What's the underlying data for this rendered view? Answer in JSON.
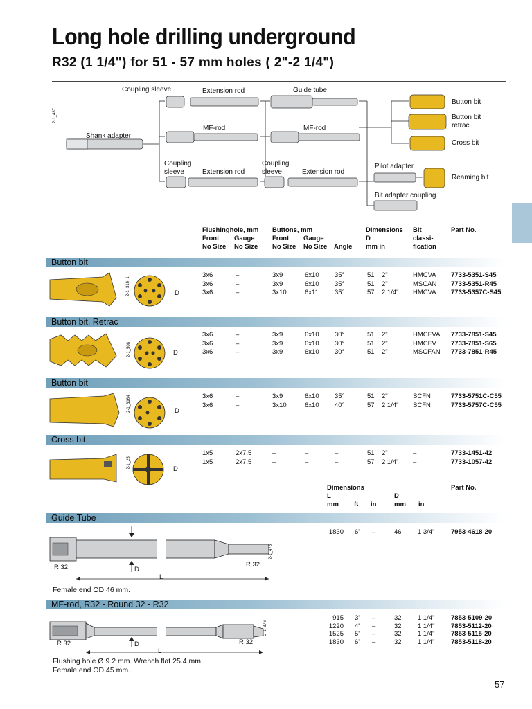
{
  "title": "Long hole drilling underground",
  "subtitle": "R32 (1 1/4\") for 51 - 57 mm holes ( 2\"-2 1/4\")",
  "page_number": "57",
  "diagram": {
    "labels": {
      "coupling_sleeve": "Coupling sleeve",
      "extension_rod_1": "Extension rod",
      "guide_tube": "Guide tube",
      "mf_rod_1": "MF-rod",
      "mf_rod_2": "MF-rod",
      "shank_adapter": "Shank adapter",
      "coupling_sleeve_2a": "Coupling",
      "coupling_sleeve_2b": "sleeve",
      "extension_rod_2": "Extension rod",
      "coupling_sleeve_3a": "Coupling",
      "coupling_sleeve_3b": "sleeve",
      "extension_rod_3": "Extension rod",
      "button_bit": "Button bit",
      "button_bit_retrac_1": "Button bit",
      "button_bit_retrac_2": "retrac",
      "cross_bit": "Cross  bit",
      "pilot_adapter": "Pilot adapter",
      "reaming_bit": "Reaming bit",
      "bit_adapter_coupling": "Bit adapter coupling",
      "code": "2-1_487"
    }
  },
  "bits_header": {
    "flushing": [
      "Flushinghole, mm",
      "Front",
      "No Size"
    ],
    "gauge": [
      "",
      "Gauge",
      "No Size"
    ],
    "buttons": [
      "Buttons, mm",
      "Front",
      "No Size"
    ],
    "buttons_gauge": [
      "",
      "Gauge",
      "No Size"
    ],
    "angle": [
      "",
      "",
      "Angle"
    ],
    "dimensions": [
      "Dimensions",
      "D",
      "mm  in"
    ],
    "bit_class": [
      "Bit",
      "classi-",
      "fication"
    ],
    "part_no": [
      "Part No.",
      "",
      ""
    ]
  },
  "sections": {
    "button_bit": {
      "title": "Button bit",
      "code": "2-1_316_1",
      "rows": [
        {
          "ff": "3x6",
          "gf": "–",
          "bf": "3x9",
          "bg": "6x10",
          "angle": "35°",
          "mm": "51",
          "in": "2\"",
          "cls": "HMCVA",
          "pn": "7733-5351-S45"
        },
        {
          "ff": "3x6",
          "gf": "–",
          "bf": "3x9",
          "bg": "6x10",
          "angle": "35°",
          "mm": "51",
          "in": "2\"",
          "cls": "MSCAN",
          "pn": "7733-5351-R45"
        },
        {
          "ff": "3x6",
          "gf": "–",
          "bf": "3x10",
          "bg": "6x11",
          "angle": "35°",
          "mm": "57",
          "in": "2 1/4\"",
          "cls": "HMCVA",
          "pn": "7733-5357C-S45"
        }
      ]
    },
    "button_bit_retrac": {
      "title": "Button bit, Retrac",
      "code": "2-1_508",
      "rows": [
        {
          "ff": "3x6",
          "gf": "–",
          "bf": "3x9",
          "bg": "6x10",
          "angle": "30°",
          "mm": "51",
          "in": "2\"",
          "cls": "HMCFVA",
          "pn": "7733-7851-S45"
        },
        {
          "ff": "3x6",
          "gf": "–",
          "bf": "3x9",
          "bg": "6x10",
          "angle": "30°",
          "mm": "51",
          "in": "2\"",
          "cls": "HMCFV",
          "pn": "7733-7851-S65"
        },
        {
          "ff": "3x6",
          "gf": "–",
          "bf": "3x9",
          "bg": "6x10",
          "angle": "30°",
          "mm": "51",
          "in": "2\"",
          "cls": "MSCFAN",
          "pn": "7733-7851-R45"
        }
      ]
    },
    "button_bit_2": {
      "title": "Button bit",
      "code": "2-1_3164",
      "rows": [
        {
          "ff": "3x6",
          "gf": "–",
          "bf": "3x9",
          "bg": "6x10",
          "angle": "35°",
          "mm": "51",
          "in": "2\"",
          "cls": "SCFN",
          "pn": "7733-5751C-C55"
        },
        {
          "ff": "3x6",
          "gf": "–",
          "bf": "3x10",
          "bg": "6x10",
          "angle": "40°",
          "mm": "57",
          "in": "2 1/4\"",
          "cls": "SCFN",
          "pn": "7733-5757C-C55"
        }
      ]
    },
    "cross_bit": {
      "title": "Cross bit",
      "code": "2-1_25",
      "rows": [
        {
          "ff": "1x5",
          "gf": "2x7.5",
          "bf": "–",
          "bg": "–",
          "angle": "–",
          "mm": "51",
          "in": "2\"",
          "cls": "–",
          "pn": "7733-1451-42"
        },
        {
          "ff": "1x5",
          "gf": "2x7.5",
          "bf": "–",
          "bg": "–",
          "angle": "–",
          "mm": "57",
          "in": "2 1/4\"",
          "cls": "–",
          "pn": "7733-1057-42"
        }
      ]
    },
    "dims_header": {
      "dimensions": "Dimensions",
      "L": "L",
      "D": "D",
      "mm": "mm",
      "ft": "ft",
      "in": "in",
      "dmm": "mm",
      "din": "in",
      "part_no": "Part No."
    },
    "guide_tube": {
      "title": "Guide Tube",
      "code": "2-1_475",
      "r32_left": "R 32",
      "r32_right": "R 32",
      "d": "D",
      "l": "L",
      "note": "Female end OD 46 mm.",
      "rows": [
        {
          "mm": "1830",
          "ft": "6'",
          "in": "–",
          "dmm": "46",
          "din": "1 3/4\"",
          "pn": "7953-4618-20"
        }
      ]
    },
    "mf_rod": {
      "title": "MF-rod, R32 - Round 32 - R32",
      "code": "2-1_376",
      "r32_left": "R 32",
      "r32_right": "R 32",
      "d": "D",
      "l": "L",
      "note1": "Flushing hole Ø 9.2 mm. Wrench flat 25.4 mm.",
      "note2": "Female end OD 45 mm.",
      "rows": [
        {
          "mm": "915",
          "ft": "3'",
          "in": "–",
          "dmm": "32",
          "din": "1 1/4\"",
          "pn": "7853-5109-20"
        },
        {
          "mm": "1220",
          "ft": "4'",
          "in": "–",
          "dmm": "32",
          "din": "1 1/4\"",
          "pn": "7853-5112-20"
        },
        {
          "mm": "1525",
          "ft": "5'",
          "in": "–",
          "dmm": "32",
          "din": "1 1/4\"",
          "pn": "7853-5115-20"
        },
        {
          "mm": "1830",
          "ft": "6'",
          "in": "–",
          "dmm": "32",
          "din": "1 1/4\"",
          "pn": "7853-5118-20"
        }
      ]
    }
  },
  "bit_face_label": "D",
  "colors": {
    "gold": "#e8b820",
    "band_dark": "#6f9fba",
    "side_tab": "#a9c7d8",
    "steel": "#c9ccce"
  }
}
